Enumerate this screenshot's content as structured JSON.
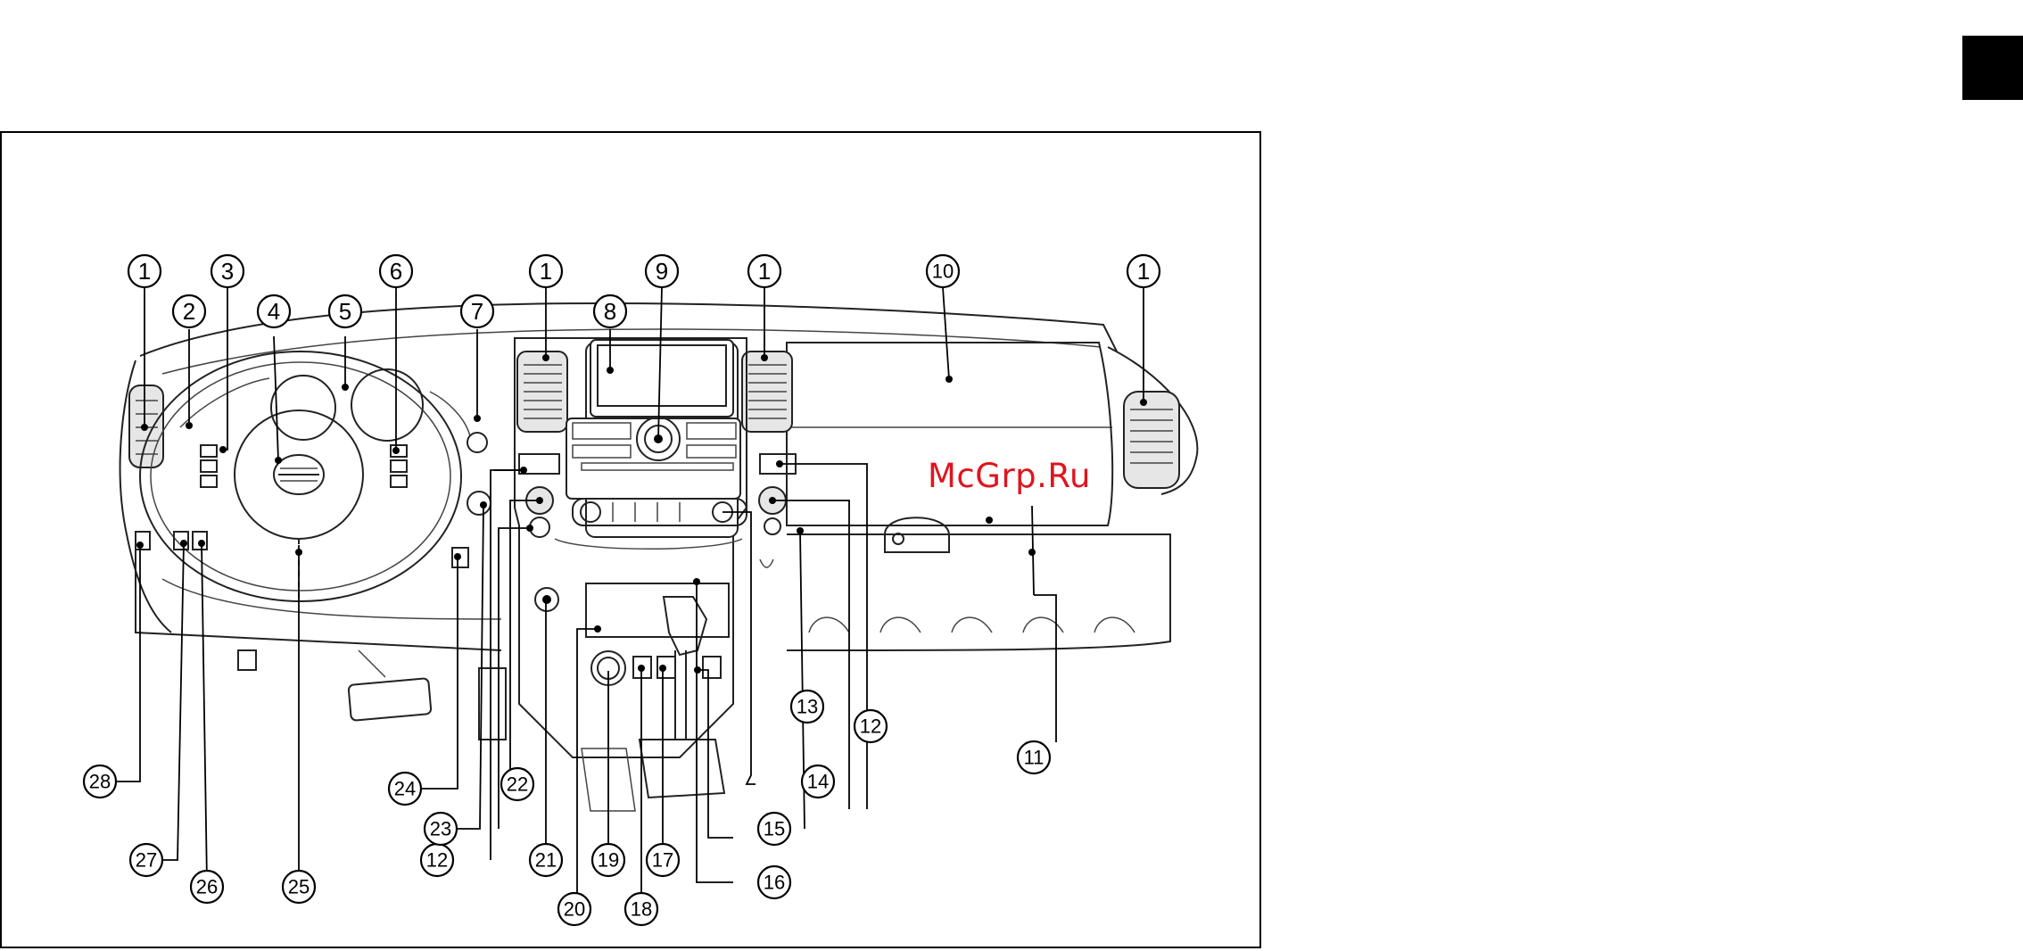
{
  "watermark": {
    "text": "McGrp.Ru",
    "color": "#e0141e"
  },
  "page_tab": {
    "color": "#000000"
  },
  "diagram": {
    "subject": "instrument panel with numbered callouts",
    "callouts": [
      {
        "id": "c1a",
        "label": "1"
      },
      {
        "id": "c1b",
        "label": "1"
      },
      {
        "id": "c1c",
        "label": "1"
      },
      {
        "id": "c1d",
        "label": "1"
      },
      {
        "id": "c2",
        "label": "2"
      },
      {
        "id": "c3",
        "label": "3"
      },
      {
        "id": "c4",
        "label": "4"
      },
      {
        "id": "c5",
        "label": "5"
      },
      {
        "id": "c6",
        "label": "6"
      },
      {
        "id": "c7",
        "label": "7"
      },
      {
        "id": "c8",
        "label": "8"
      },
      {
        "id": "c9",
        "label": "9"
      },
      {
        "id": "c10",
        "label": "10"
      },
      {
        "id": "c11",
        "label": "11"
      },
      {
        "id": "c12a",
        "label": "12"
      },
      {
        "id": "c12b",
        "label": "12"
      },
      {
        "id": "c13",
        "label": "13"
      },
      {
        "id": "c14",
        "label": "14"
      },
      {
        "id": "c15",
        "label": "15"
      },
      {
        "id": "c16",
        "label": "16"
      },
      {
        "id": "c17",
        "label": "17"
      },
      {
        "id": "c18",
        "label": "18"
      },
      {
        "id": "c19",
        "label": "19"
      },
      {
        "id": "c20",
        "label": "20"
      },
      {
        "id": "c21",
        "label": "21"
      },
      {
        "id": "c22",
        "label": "22"
      },
      {
        "id": "c23",
        "label": "23"
      },
      {
        "id": "c24",
        "label": "24"
      },
      {
        "id": "c25",
        "label": "25"
      },
      {
        "id": "c26",
        "label": "26"
      },
      {
        "id": "c27",
        "label": "27"
      },
      {
        "id": "c28",
        "label": "28"
      }
    ]
  }
}
